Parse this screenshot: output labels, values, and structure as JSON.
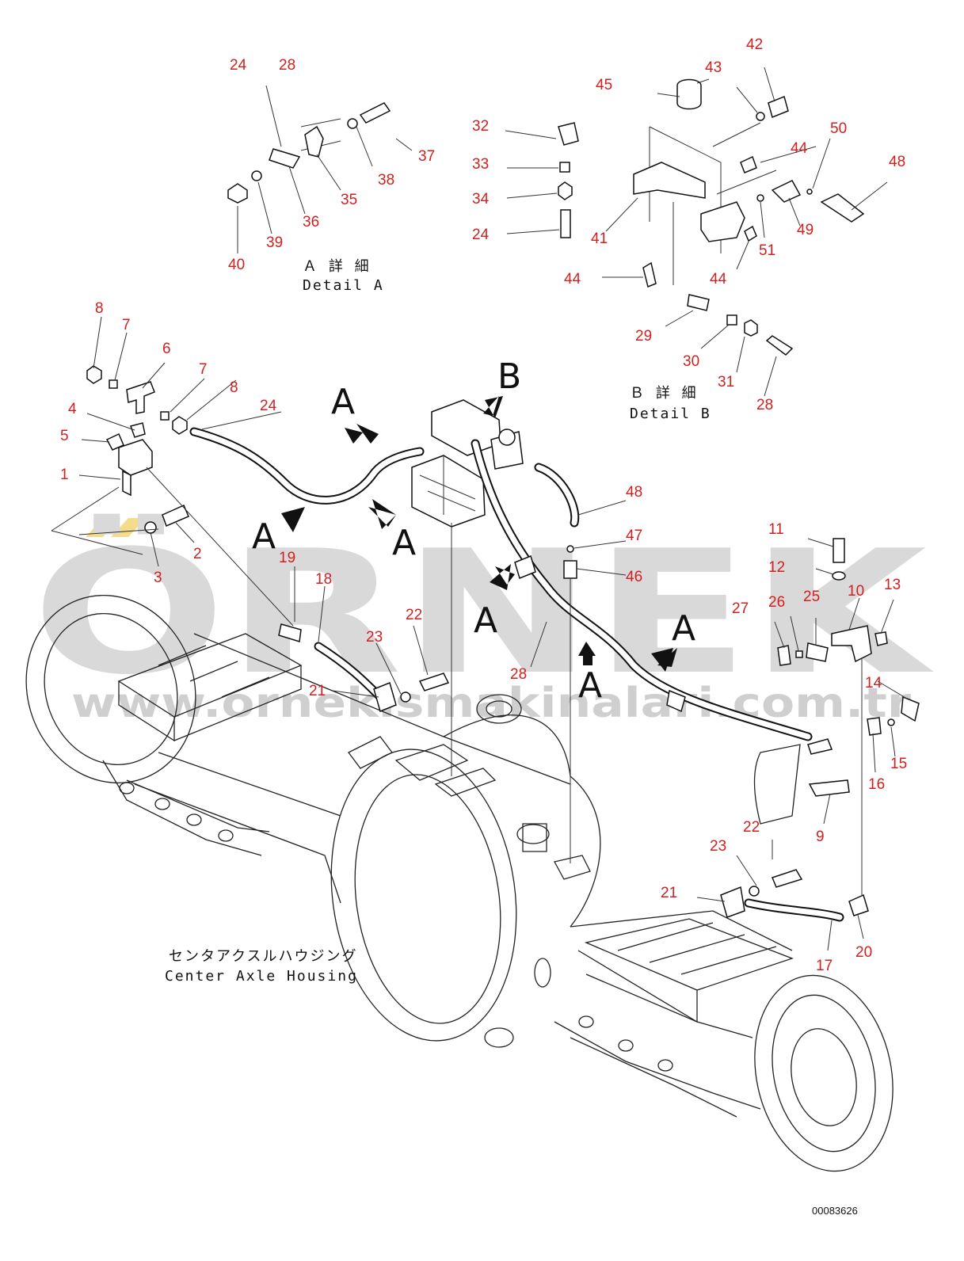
{
  "watermark": {
    "brand": "ÖRNEK",
    "url": "www.ornekismakinalari.com.tr"
  },
  "detail_a": {
    "jp": "Ａ 詳 細",
    "en": "Detail A"
  },
  "detail_b": {
    "jp": "Ｂ 詳 細",
    "en": "Detail B"
  },
  "housing": {
    "jp": "センタアクスルハウジング",
    "en": "Center Axle Housing"
  },
  "drawing_number": "00083626",
  "view_markers": {
    "a": "A",
    "b": "B"
  },
  "callouts": {
    "c24a": "24",
    "c28a": "28",
    "c37": "37",
    "c38": "38",
    "c35": "35",
    "c36": "36",
    "c39": "39",
    "c40": "40",
    "c42": "42",
    "c43": "43",
    "c45": "45",
    "c32": "32",
    "c33": "33",
    "c34": "34",
    "c24b": "24",
    "c44a": "44",
    "c50": "50",
    "c48a": "48",
    "c41": "41",
    "c49": "49",
    "c51": "51",
    "c44b": "44",
    "c44c": "44",
    "c29": "29",
    "c30": "30",
    "c31": "31",
    "c28b": "28",
    "c8a": "8",
    "c7a": "7",
    "c6": "6",
    "c7b": "7",
    "c8b": "8",
    "c24c": "24",
    "c4": "4",
    "c5": "5",
    "c1": "1",
    "c2": "2",
    "c3": "3",
    "c19": "19",
    "c18": "18",
    "c22a": "22",
    "c23a": "23",
    "c21a": "21",
    "c28c": "28",
    "c48b": "48",
    "c47": "47",
    "c46": "46",
    "c11": "11",
    "c12": "12",
    "c10": "10",
    "c13": "13",
    "c27": "27",
    "c26": "26",
    "c25": "25",
    "c14": "14",
    "c15": "15",
    "c16": "16",
    "c9": "9",
    "c22b": "22",
    "c23b": "23",
    "c21b": "21",
    "c17": "17",
    "c20": "20"
  }
}
